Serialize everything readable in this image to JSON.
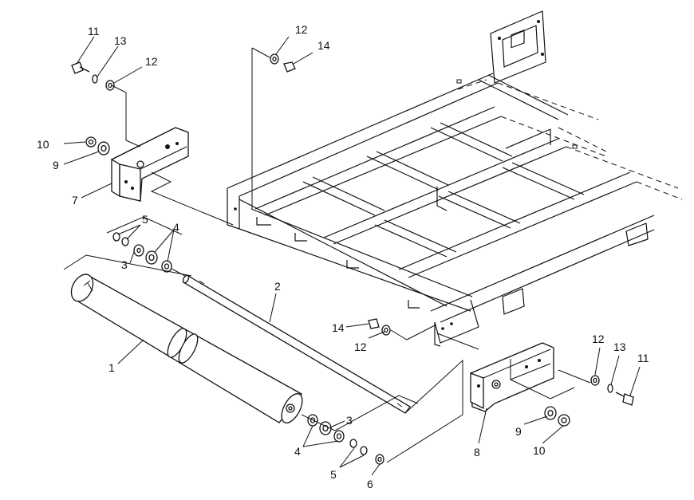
{
  "callouts": {
    "c1": "1",
    "c2": "2",
    "c3a": "3",
    "c3b": "3",
    "c4a": "4",
    "c4b": "4",
    "c5a": "5",
    "c5b": "5",
    "c6": "6",
    "c7": "7",
    "c8": "8",
    "c9a": "9",
    "c9b": "9",
    "c10a": "10",
    "c10b": "10",
    "c11a": "11",
    "c11b": "11",
    "c12a": "12",
    "c12b": "12",
    "c12c": "12",
    "c12d": "12",
    "c13a": "13",
    "c13b": "13",
    "c14a": "14",
    "c14b": "14"
  },
  "colors": {
    "line": "#111111",
    "background": "#ffffff"
  }
}
